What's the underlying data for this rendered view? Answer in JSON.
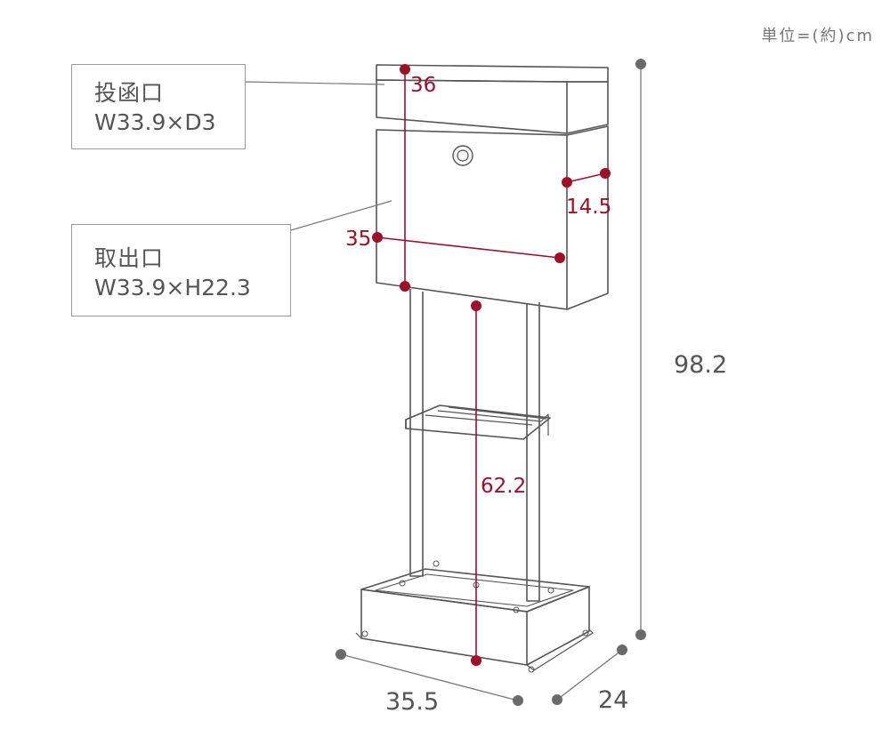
{
  "unit_label": "単位=(約)cm",
  "callouts": {
    "slot": {
      "title": "投函口",
      "dims": "W33.9×D3"
    },
    "outlet": {
      "title": "取出口",
      "dims": "W33.9×H22.3"
    }
  },
  "dimensions": {
    "box_height": "36",
    "outlet_depth": "14.5",
    "outlet_width": "35",
    "total_height": "98.2",
    "post_height": "62.2",
    "base_width": "35.5",
    "base_depth": "24"
  },
  "colors": {
    "accent": "#9e1028",
    "line": "#555555",
    "gray_dot": "#6a6a6a",
    "box_border": "#9a9a9a"
  }
}
